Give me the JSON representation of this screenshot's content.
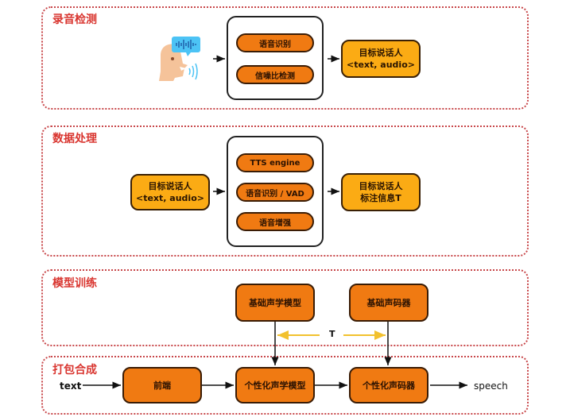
{
  "sections": {
    "recording": {
      "title": "录音检测",
      "group_items": [
        "语音识别",
        "信噪比检测"
      ],
      "output": {
        "line1": "目标说话人",
        "line2": "<text, audio>"
      }
    },
    "processing": {
      "title": "数据处理",
      "input": {
        "line1": "目标说话人",
        "line2": "<text, audio>"
      },
      "group_items": [
        "TTS engine",
        "语音识别 / VAD",
        "语音增强"
      ],
      "output": {
        "line1": "目标说话人",
        "line2": "标注信息T"
      }
    },
    "training": {
      "title": "模型训练",
      "base_acoustic": "基础声学模型",
      "base_vocoder": "基础声码器",
      "t_label": "T"
    },
    "synthesis": {
      "title": "打包合成",
      "input_label": "text",
      "frontend": "前端",
      "personal_acoustic": "个性化声学模型",
      "personal_vocoder": "个性化声码器",
      "output_label": "speech"
    }
  },
  "colors": {
    "section_border": "#c8474a",
    "section_title": "#d9352f",
    "orange": "#f07a12",
    "yellow": "#fbab14",
    "t_arrow": "#f2c12e"
  }
}
